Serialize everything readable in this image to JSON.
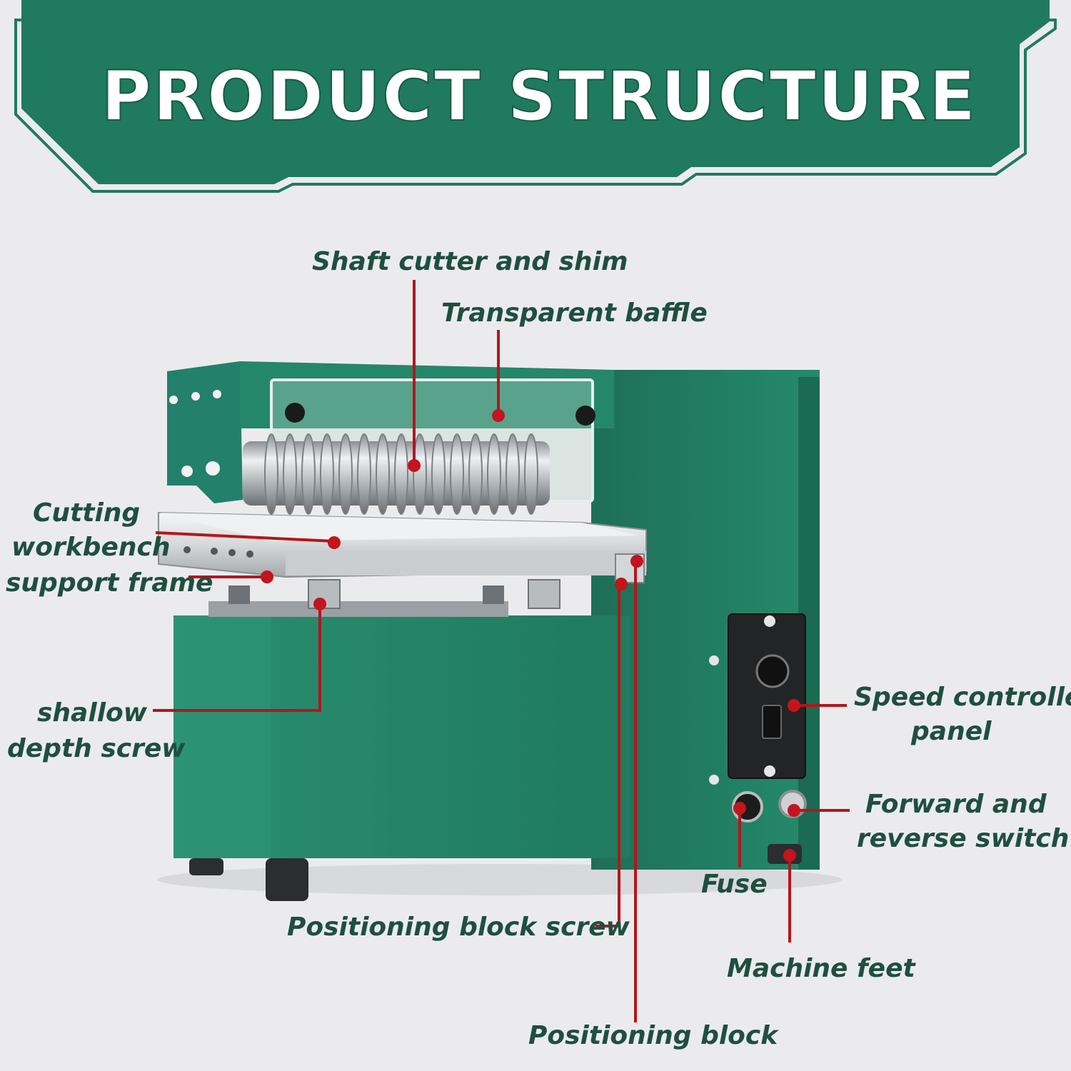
{
  "header": {
    "title": "PRODUCT STRUCTURE"
  },
  "colors": {
    "banner": "#1f7a5e",
    "machine_green": "#24876a",
    "leader_red": "#b3161d",
    "label_text": "#1f4f3f",
    "background": "#ebebed"
  },
  "labels": {
    "shaft_cutter": "Shaft cutter and shim",
    "transparent_baffle": "Transparent baffle",
    "cutting_line1": "Cutting",
    "cutting_line2": "workbench",
    "cutting_line3": "support frame",
    "shallow_line1": "shallow",
    "shallow_line2": "depth screw",
    "speed_line1": "Speed controller",
    "speed_line2": "panel",
    "forward_line1": "Forward and",
    "forward_line2": "reverse switch",
    "fuse": "Fuse",
    "positioning_block_screw": "Positioning block screw",
    "machine_feet": "Machine feet",
    "positioning_block": "Positioning block"
  }
}
